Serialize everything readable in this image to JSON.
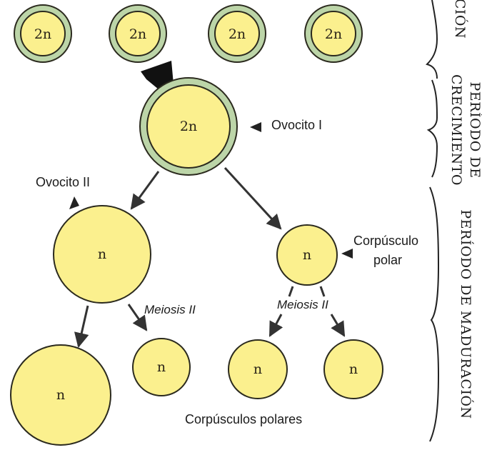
{
  "colors": {
    "cell_fill": "#fbf08e",
    "cell_stroke": "#2b2a1e",
    "outer_ring": "#bcd5a8",
    "arrow": "#333333"
  },
  "oogonia": {
    "ploidy": "2n"
  },
  "oocyte1": {
    "ploidy": "2n",
    "label": "Ovocito I"
  },
  "oocyte2": {
    "ploidy": "n",
    "label": "Ovocito II"
  },
  "polar_body": {
    "ploidy": "n",
    "label_line1": "Corpúsculo",
    "label_line2": "polar"
  },
  "meiosis_label": "Meiosis II",
  "products": {
    "ploidy": "n",
    "caption": "Corpúsculos polares"
  },
  "side_labels": {
    "multiplication_fragment": "CIÓN",
    "growth_line1": "PERÍODO DE",
    "growth_line2": "CRECIMIENTO",
    "maturation": "PERÍODO DE MADURACIÓN"
  }
}
